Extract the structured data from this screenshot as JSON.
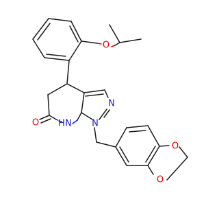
{
  "colors": {
    "bond": "#1a1a1a",
    "oxygen": "#e60000",
    "nitrogen": "#1c1cd6",
    "background": "#ffffff"
  },
  "atoms": {
    "ether_o": "O",
    "carbonyl_o": "O",
    "pyrazole_n2": "N",
    "pyrazole_n1": "N",
    "amide_n": "N",
    "amide_h": "H",
    "dioxole_o_top": "O",
    "dioxole_o_bottom": "O"
  }
}
